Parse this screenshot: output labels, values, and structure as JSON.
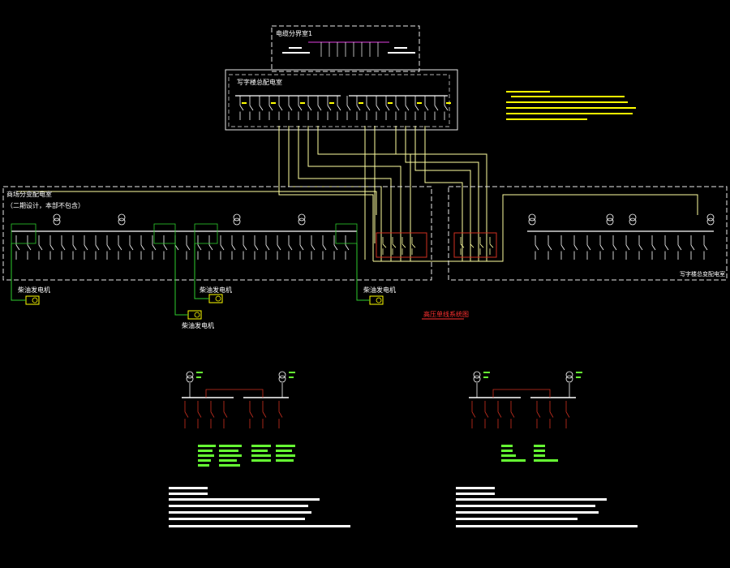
{
  "colors": {
    "background": "#000000",
    "frame": "#e8e8e8",
    "wire_yellow": "#ffffa0",
    "wire_white": "#ffffff",
    "green": "#2ecc2e",
    "bright_green": "#66ff33",
    "red": "#d03020",
    "magenta": "#e040e0",
    "title_red": "#ff3030",
    "note_yellow": "#ffff00"
  },
  "labels": {
    "cable_box": "电缆分界室1",
    "office_main": "写字楼总配电室",
    "mall_station": "商场分变配电室",
    "mall_station_note": "（二期设计，本部不包含）",
    "office_station": "写字楼总变配电室",
    "gen1": "柴油发电机",
    "gen2": "柴油发电机",
    "gen3": "柴油发电机",
    "gen4": "柴油发电机",
    "diagram_title": "高压单线系统图"
  },
  "icons": [
    "transformer-icon",
    "generator-icon",
    "breaker-icon"
  ]
}
